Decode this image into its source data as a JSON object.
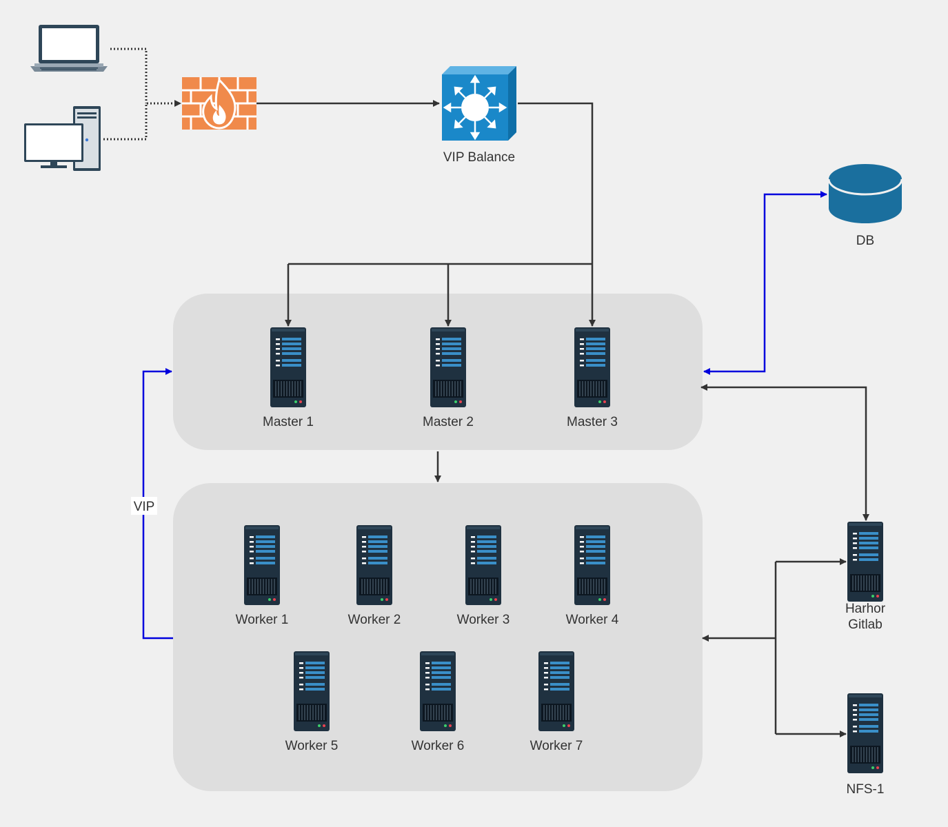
{
  "labels": {
    "vip_balance": "VIP Balance",
    "db": "DB",
    "vip": "VIP",
    "harhor_line1": "Harhor",
    "harhor_line2": "Gitlab",
    "nfs": "NFS-1"
  },
  "masters": [
    "Master 1",
    "Master 2",
    "Master 3"
  ],
  "workers": [
    "Worker 1",
    "Worker 2",
    "Worker 3",
    "Worker 4",
    "Worker 5",
    "Worker 6",
    "Worker 7"
  ],
  "colors": {
    "background": "#f0f0f0",
    "group_fill": "#dedede",
    "server_body": "#1f3140",
    "server_stripe": "#3a8fc8",
    "firewall": "#f08a4b",
    "switch": "#1a88c9",
    "db": "#1a6f9e",
    "link_dark": "#333333",
    "link_blue": "#0000dd"
  }
}
